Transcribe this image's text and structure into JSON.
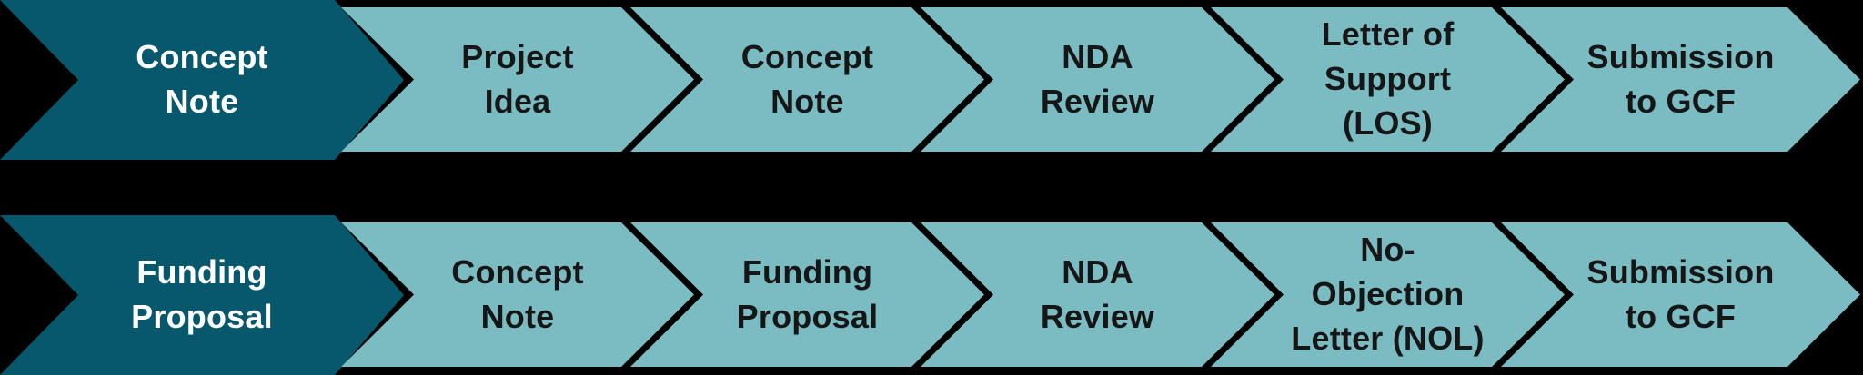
{
  "colors": {
    "background": "#000000",
    "dark_teal": "#07586C",
    "light_teal": "#7ABCC2",
    "dark_text": "#161616",
    "light_text": "#FFFFFF"
  },
  "rows": [
    {
      "track": "Concept Note",
      "lead": {
        "label": "Concept\nNote"
      },
      "steps": [
        {
          "label": "Project\nIdea"
        },
        {
          "label": "Concept\nNote"
        },
        {
          "label": "NDA\nReview"
        },
        {
          "label": "Letter of\nSupport\n(LOS)"
        },
        {
          "label": "Submission\nto GCF"
        }
      ]
    },
    {
      "track": "Funding Proposal",
      "lead": {
        "label": "Funding\nProposal"
      },
      "steps": [
        {
          "label": "Concept\nNote"
        },
        {
          "label": "Funding\nProposal"
        },
        {
          "label": "NDA\nReview"
        },
        {
          "label": "No-\nObjection\nLetter (NOL)"
        },
        {
          "label": "Submission\nto GCF"
        }
      ]
    }
  ]
}
